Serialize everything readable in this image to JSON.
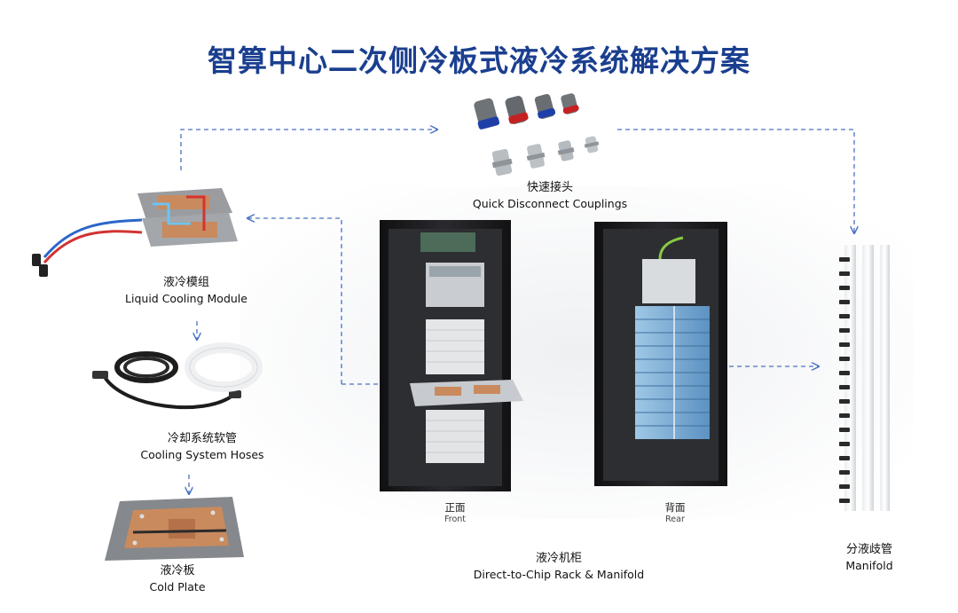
{
  "title": "智算中心二次侧冷板式液冷系统解决方案",
  "components": {
    "quick_disconnect": {
      "zh": "快速接头",
      "en": "Quick Disconnect Couplings"
    },
    "cooling_module": {
      "zh": "液冷模组",
      "en": "Liquid Cooling Module"
    },
    "hoses": {
      "zh": "冷却系统软管",
      "en": "Cooling System Hoses"
    },
    "cold_plate": {
      "zh": "液冷板",
      "en": "Cold Plate"
    },
    "rack": {
      "zh": "液冷机柜",
      "en": "Direct-to-Chip Rack & Manifold"
    },
    "manifold": {
      "zh": "分液歧管",
      "en": "Manifold"
    }
  },
  "rack_views": {
    "front": {
      "zh": "正面",
      "en": "Front"
    },
    "rear": {
      "zh": "背面",
      "en": "Rear"
    }
  },
  "colors": {
    "title": "#1b3f8f",
    "arrow": "#4a72c4",
    "copper": "#c98a5e",
    "rack": "#1c1c1e"
  }
}
